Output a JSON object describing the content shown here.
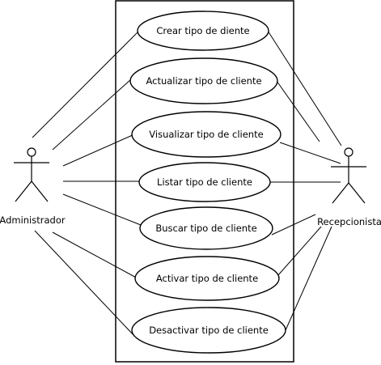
{
  "use_cases": [
    {
      "id": "uc1",
      "label": "Crear tipo de diente"
    },
    {
      "id": "uc2",
      "label": "Actualizar tipo de cliente"
    },
    {
      "id": "uc3",
      "label": "Visualizar tipo de cliente"
    },
    {
      "id": "uc4",
      "label": "Listar tipo de cliente"
    },
    {
      "id": "uc5",
      "label": "Buscar tipo de cliente"
    },
    {
      "id": "uc6",
      "label": "Activar tipo de cliente"
    },
    {
      "id": "uc7",
      "label": "Desactivar tipo de cliente"
    }
  ],
  "actors": {
    "left": {
      "label": "Administrador"
    },
    "right": {
      "label": "Recepcionista"
    }
  },
  "associations": [
    {
      "actor": "left",
      "use_case": "uc1"
    },
    {
      "actor": "left",
      "use_case": "uc2"
    },
    {
      "actor": "left",
      "use_case": "uc3"
    },
    {
      "actor": "left",
      "use_case": "uc4"
    },
    {
      "actor": "left",
      "use_case": "uc5"
    },
    {
      "actor": "left",
      "use_case": "uc6"
    },
    {
      "actor": "left",
      "use_case": "uc7"
    },
    {
      "actor": "right",
      "use_case": "uc1"
    },
    {
      "actor": "right",
      "use_case": "uc2"
    },
    {
      "actor": "right",
      "use_case": "uc3"
    },
    {
      "actor": "right",
      "use_case": "uc4"
    },
    {
      "actor": "right",
      "use_case": "uc5"
    },
    {
      "actor": "right",
      "use_case": "uc6"
    },
    {
      "actor": "right",
      "use_case": "uc7"
    }
  ]
}
